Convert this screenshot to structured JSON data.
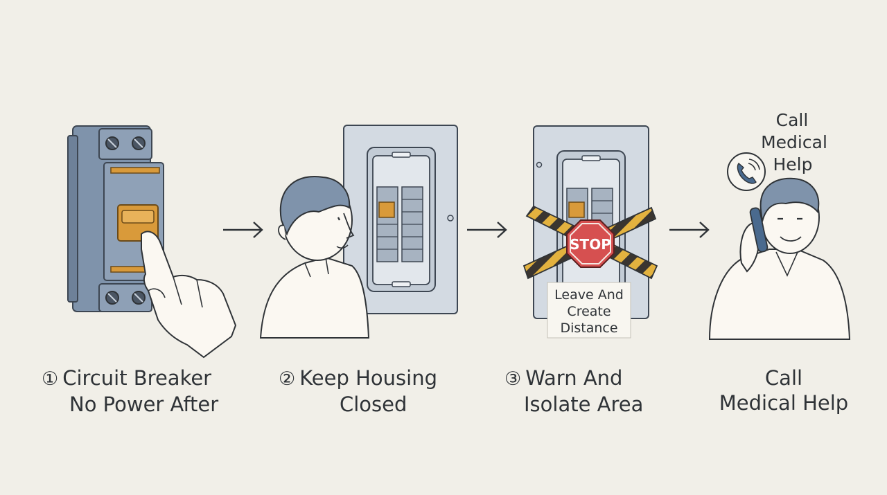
{
  "steps": [
    {
      "number": "①",
      "line1": "Circuit Breaker",
      "line2": "No Power After"
    },
    {
      "number": "②",
      "line1": "Keep Housing",
      "line2": "Closed"
    },
    {
      "number": "③",
      "line1": "Warn And",
      "line2": "Isolate Area"
    },
    {
      "line1": "Call",
      "line2": "Medical Help"
    }
  ],
  "stop_sign": "STOP",
  "sign_text": {
    "line1": "Leave And",
    "line2": "Create",
    "line3": "Distance"
  },
  "call_bubble": {
    "line1": "Call",
    "line2": "Medical",
    "line3": "Help"
  },
  "icons": [
    "phone-icon",
    "arrow-right-icon",
    "stop-sign-icon"
  ],
  "colors": {
    "background": "#f1efe8",
    "breaker": "#7f93ab",
    "accent_orange": "#d99a3a",
    "stop_red": "#d65050",
    "tape_yellow": "#e3b23f",
    "ink": "#2f3337"
  }
}
